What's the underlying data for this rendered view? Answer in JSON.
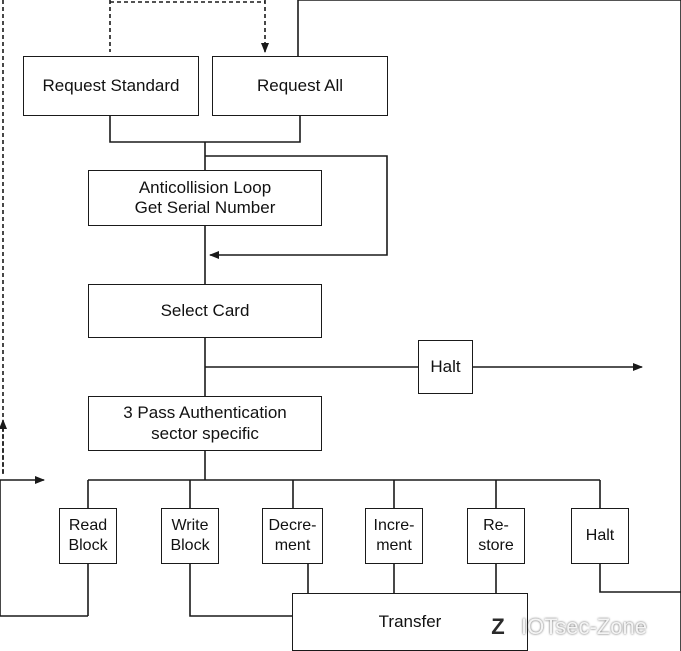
{
  "diagram": {
    "boxes": {
      "request_standard": "Request Standard",
      "request_all": "Request All",
      "anticollision": "Anticollision Loop\nGet Serial Number",
      "select_card": "Select Card",
      "halt_top": "Halt",
      "authentication": "3 Pass Authentication\nsector specific",
      "read_block": "Read\nBlock",
      "write_block": "Write\nBlock",
      "decrement": "Decre-\nment",
      "increment": "Incre-\nment",
      "restore": "Re-\nstore",
      "halt_bottom": "Halt",
      "transfer": "Transfer"
    }
  },
  "watermark": {
    "logo": "Z",
    "text": "IOTsec-Zone"
  }
}
